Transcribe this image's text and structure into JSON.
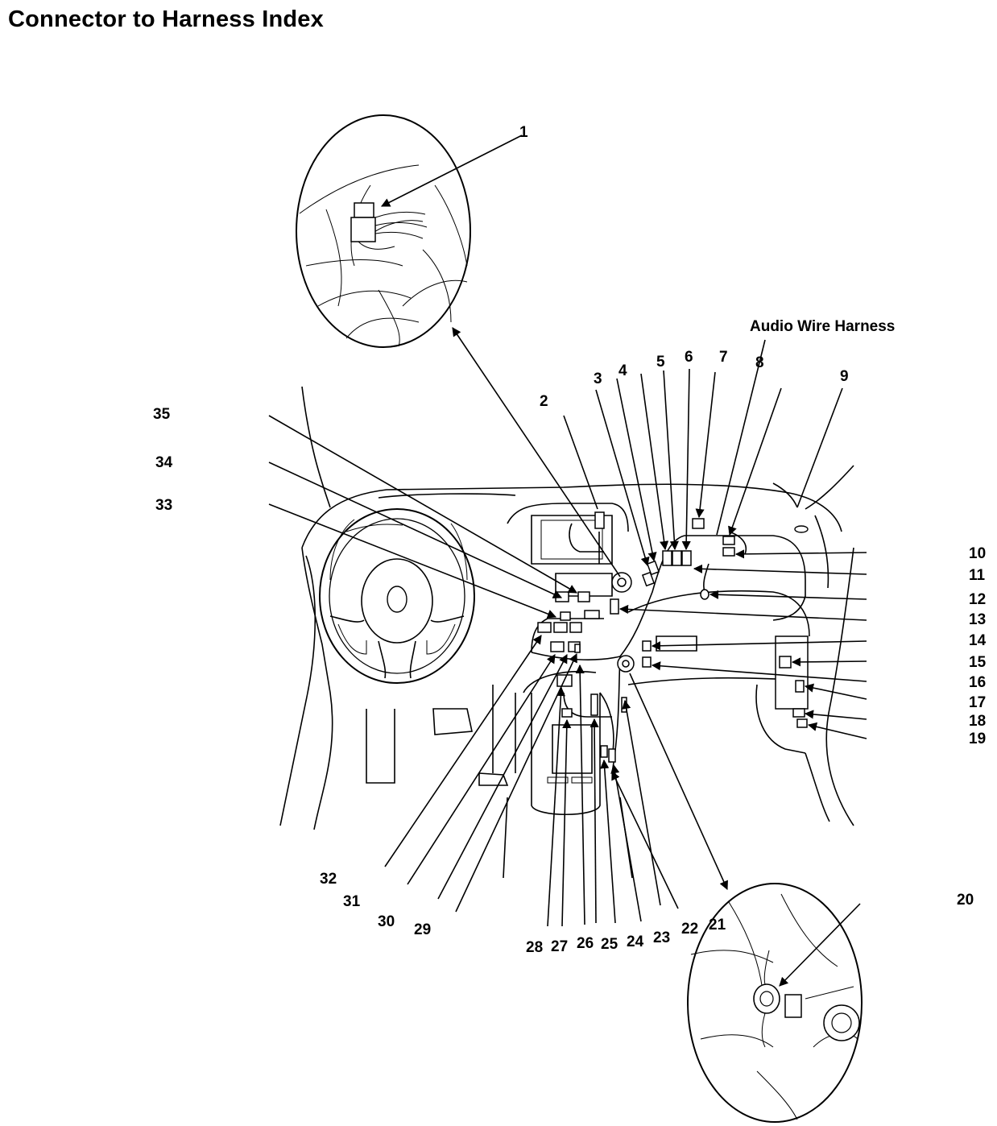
{
  "page": {
    "title": "Connector to Harness Index"
  },
  "harness_label": "Audio Wire Harness",
  "callouts": [
    "1",
    "2",
    "3",
    "4",
    "5",
    "6",
    "7",
    "8",
    "9",
    "10",
    "11",
    "12",
    "13",
    "14",
    "15",
    "16",
    "17",
    "18",
    "19",
    "20",
    "21",
    "22",
    "23",
    "24",
    "25",
    "26",
    "27",
    "28",
    "29",
    "30",
    "31",
    "32",
    "33",
    "34",
    "35"
  ]
}
